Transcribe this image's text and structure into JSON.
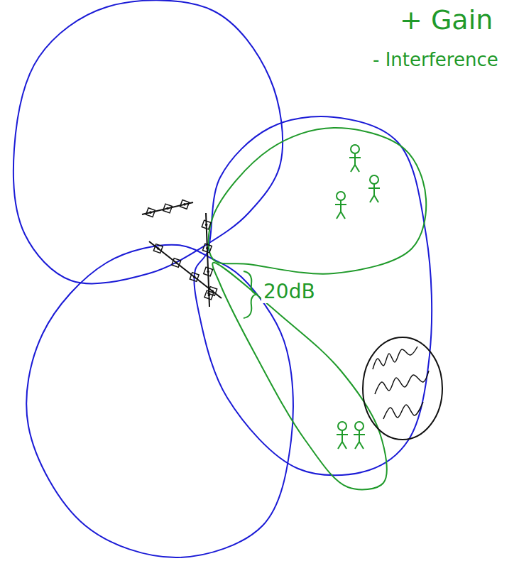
{
  "diagram": {
    "labels": [
      "+ Gain",
      "- Interference",
      "20dB"
    ]
  }
}
